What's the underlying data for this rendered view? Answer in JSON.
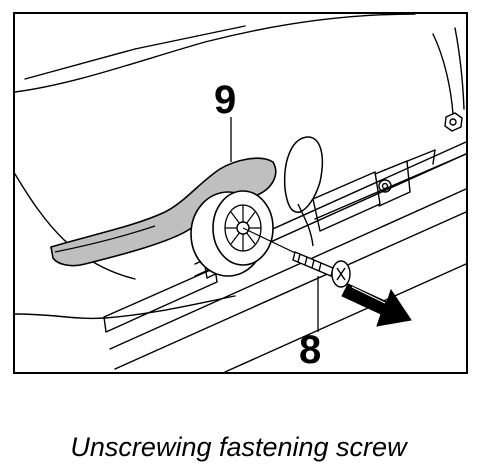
{
  "figure": {
    "callouts": {
      "lever": "9",
      "screw": "8"
    }
  },
  "caption": "Unscrewing fastening screw",
  "colors": {
    "line": "#000000",
    "lever_fill": "#bfbfbf",
    "arrow_fill": "#000000",
    "background": "#ffffff"
  }
}
